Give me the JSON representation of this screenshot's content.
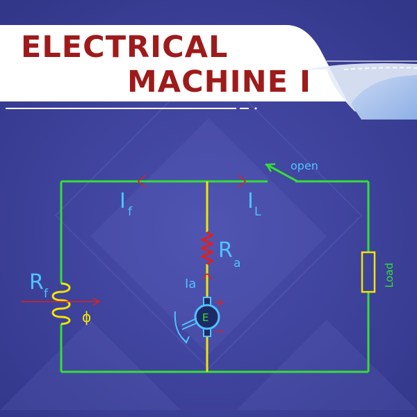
{
  "title": {
    "line1": "ELECTRICAL",
    "line2": "MACHINE I"
  },
  "labels": {
    "switch": "open",
    "field_current": "I",
    "field_current_sub": "f",
    "load_current": "I",
    "load_current_sub": "L",
    "armature_resistance": "R",
    "armature_resistance_sub": "a",
    "armature_current": "Ia",
    "field_resistance": "R",
    "field_resistance_sub": "f",
    "flux": "ϕ",
    "emf": "E",
    "plus": "+",
    "minus": "−",
    "load": "Load"
  },
  "colors": {
    "background": "#3b3f96",
    "title_text": "#9e1b1b",
    "banner": "#ffffff",
    "wire_outer": "#33e033",
    "wire_center": "#f2e600",
    "resistor": "#e0201c",
    "coil": "#f2e600",
    "label_blue": "#4fc3ff",
    "label_green": "#33e033",
    "arrow_red": "#e0201c"
  }
}
